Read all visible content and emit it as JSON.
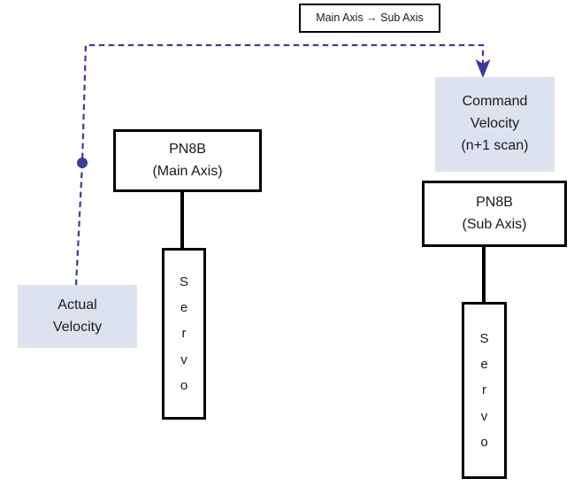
{
  "diagram": {
    "title_label": {
      "text": "Main Axis → Sub Axis",
      "icon": "arrow-right-glyph"
    },
    "nodes": {
      "command_velocity": {
        "line1": "Command",
        "line2": "Velocity",
        "line3": "(n+1 scan)",
        "fill": "#dce3ef"
      },
      "pn8b_main": {
        "line1": "PN8B",
        "line2": "(Main Axis)"
      },
      "pn8b_sub": {
        "line1": "PN8B",
        "line2": "(Sub Axis)"
      },
      "actual_velocity": {
        "line1": "Actual",
        "line2": "Velocity",
        "fill": "#dce3ef"
      },
      "servo_main": {
        "label": "Servo",
        "letters": [
          "S",
          "e",
          "r",
          "v",
          "o"
        ]
      },
      "servo_sub": {
        "label": "Servo",
        "letters": [
          "S",
          "e",
          "r",
          "v",
          "o"
        ]
      }
    },
    "connections": {
      "feedback_arrow": {
        "name": "actual-velocity-to-command-velocity-arrow",
        "style": "dashed",
        "color": "#3b3b9c",
        "has_arrowhead": true,
        "arrowhead_direction": "down",
        "waypoint_marker": "filled-circle"
      },
      "main_link": {
        "name": "pn8b-main-to-servo-link",
        "style": "solid",
        "color": "#000000"
      },
      "sub_link": {
        "name": "pn8b-sub-to-servo-link",
        "style": "solid",
        "color": "#000000"
      }
    },
    "colors": {
      "accent_blue": "#3b3b9c",
      "box_fill": "#dce3ef",
      "outline": "#000000",
      "background": "#ffffff"
    }
  }
}
